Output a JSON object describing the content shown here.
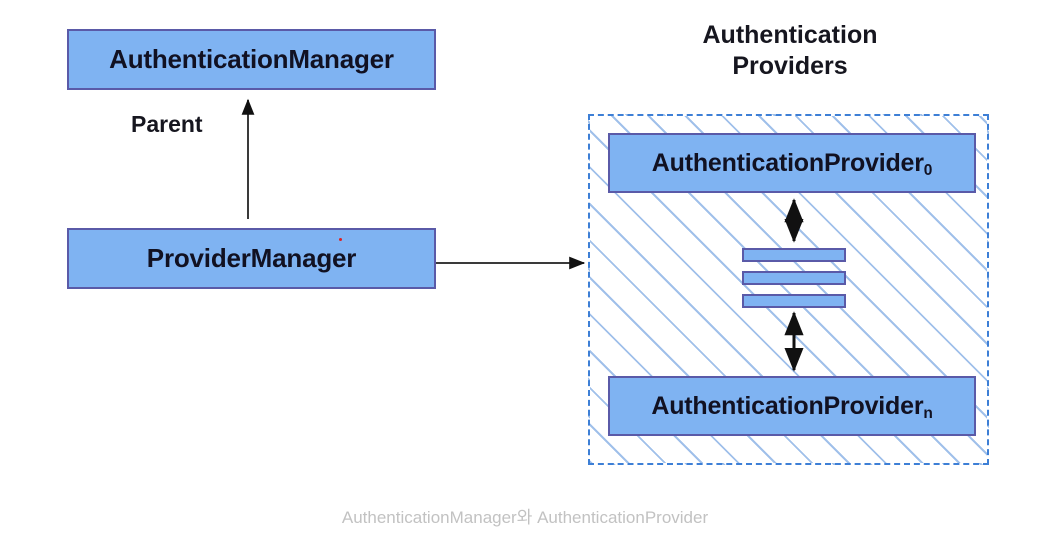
{
  "diagram": {
    "caption": "AuthenticationManager와 AuthenticationProvider",
    "colors": {
      "node_fill": "#7fb3f2",
      "node_border": "#5a5aa8",
      "container_border": "#3d7fd6",
      "hatch_line": "#78a5e1",
      "shadow": "#b8b8b8",
      "text": "#16161f",
      "caption_text": "#c2c2c2",
      "marker_dot": "#e02020",
      "background": "#ffffff"
    },
    "nodes": {
      "auth_manager": {
        "label": "AuthenticationManager"
      },
      "provider_manager": {
        "label": "ProviderManager"
      },
      "provider_first": {
        "label": "AuthenticationProvider",
        "subscript": "0"
      },
      "provider_last": {
        "label": "AuthenticationProvider",
        "subscript": "n"
      }
    },
    "group": {
      "heading_line1": "Authentication",
      "heading_line2": "Providers"
    },
    "edges": {
      "parent_label": "Parent"
    },
    "ellipsis_bars": [
      {
        "index": 1
      },
      {
        "index": 2
      },
      {
        "index": 3
      }
    ]
  }
}
